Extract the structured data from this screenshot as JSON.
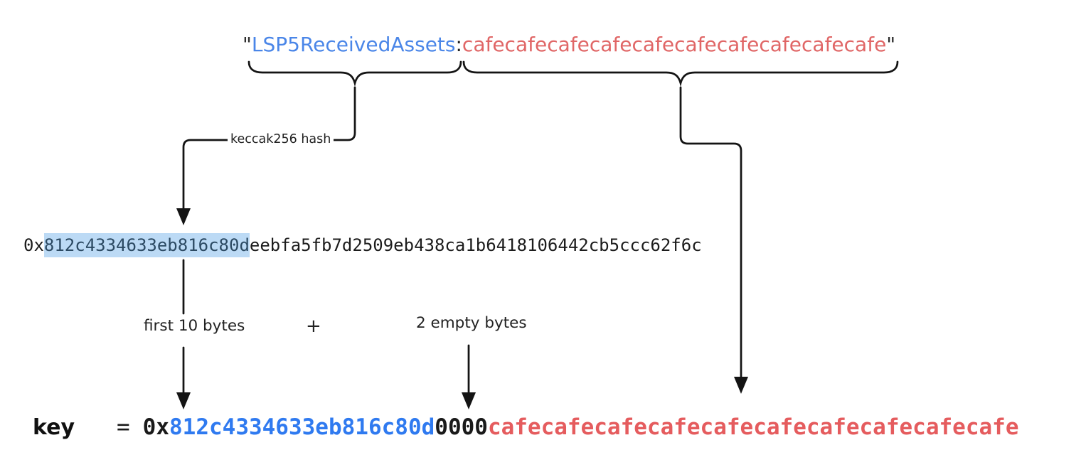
{
  "colors": {
    "blue": "#4a86e8",
    "red": "#e06666",
    "key_blue": "#2f7af0",
    "key_red": "#e55c5e",
    "highlight_bg": "#bcdaf5",
    "highlight_text": "#2c4a63",
    "line": "#141414"
  },
  "top": {
    "open_quote": "\"",
    "name": "LSP5ReceivedAssets",
    "colon": ":",
    "address": "cafecafecafecafecafecafecafecafecafecafe",
    "close_quote": "\""
  },
  "process": {
    "keccak_label": "keccak256 hash",
    "first_bytes_label": "first 10 bytes",
    "plus": "+",
    "empty_bytes_label": "2 empty bytes"
  },
  "hash": {
    "prefix": "0x",
    "first_10_bytes": "812c4334633eb816c80d",
    "remainder": "eebfa5fb7d2509eb438ca1b6418106442cb5ccc62f6c"
  },
  "key": {
    "label": "key",
    "equals": "=",
    "prefix": "0x",
    "first_10_bytes": "812c4334633eb816c80d",
    "empty_bytes": "0000",
    "address": "cafecafecafecafecafecafecafecafecafecafe"
  }
}
